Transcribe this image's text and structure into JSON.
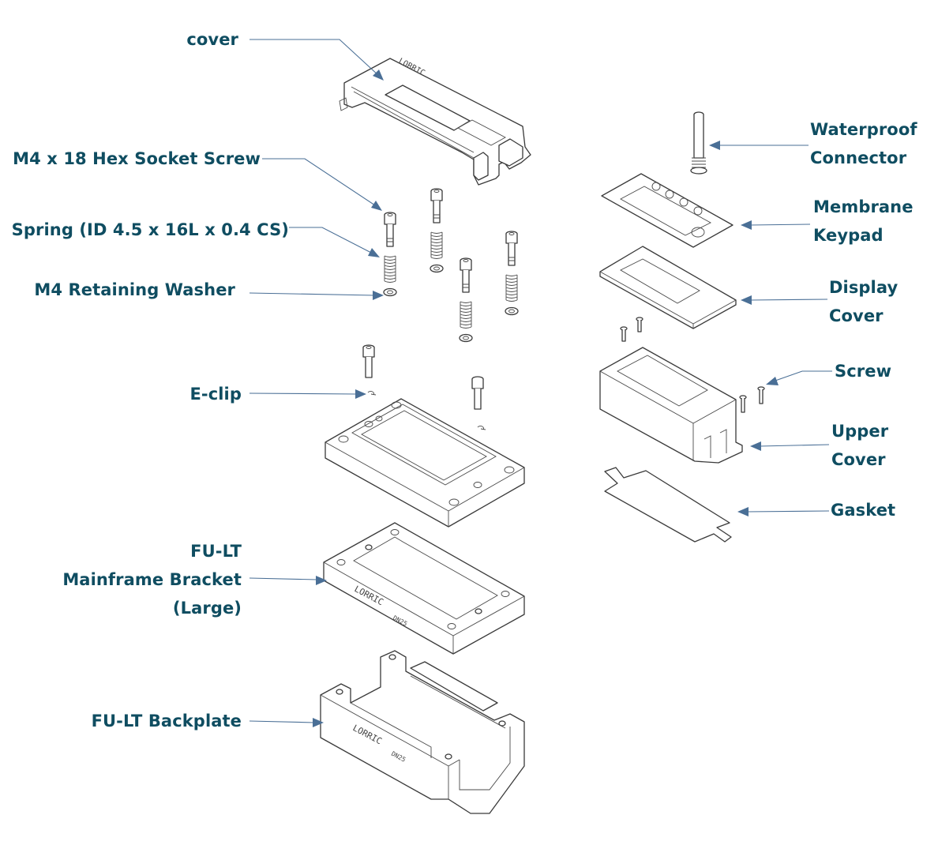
{
  "diagram": {
    "title": "",
    "brand_engraving": "LORRIC",
    "model_engraving": "DN25",
    "colors": {
      "label_text": "#0f4d61",
      "leader_line": "#4a6f96",
      "part_outline": "#3a3a3a",
      "background": "#ffffff"
    },
    "labels_left": [
      {
        "id": "cover",
        "lines": [
          "cover"
        ]
      },
      {
        "id": "hex-socket-screw",
        "lines": [
          "M4 x 18 Hex Socket Screw"
        ]
      },
      {
        "id": "spring",
        "lines": [
          "Spring (ID 4.5 x 16L x 0.4 CS)"
        ]
      },
      {
        "id": "retaining-washer",
        "lines": [
          "M4 Retaining Washer"
        ]
      },
      {
        "id": "e-clip",
        "lines": [
          "E-clip"
        ]
      },
      {
        "id": "mainframe-bracket",
        "lines": [
          "FU-LT",
          "Mainframe Bracket",
          "(Large)"
        ]
      },
      {
        "id": "backplate",
        "lines": [
          "FU-LT Backplate"
        ]
      }
    ],
    "labels_right": [
      {
        "id": "waterproof-connector",
        "lines": [
          "Waterproof",
          "Connector"
        ]
      },
      {
        "id": "membrane-keypad",
        "lines": [
          "Membrane",
          "Keypad"
        ]
      },
      {
        "id": "display-cover",
        "lines": [
          "Display",
          "Cover"
        ]
      },
      {
        "id": "screw",
        "lines": [
          "Screw"
        ]
      },
      {
        "id": "upper-cover",
        "lines": [
          "Upper",
          "Cover"
        ]
      },
      {
        "id": "gasket",
        "lines": [
          "Gasket"
        ]
      }
    ],
    "parts": [
      "cover",
      "hex-socket-screw",
      "spring",
      "retaining-washer",
      "e-clip",
      "base-plate",
      "mainframe-bracket",
      "backplate",
      "waterproof-connector",
      "membrane-keypad",
      "display-cover",
      "screw",
      "upper-cover",
      "gasket"
    ]
  }
}
